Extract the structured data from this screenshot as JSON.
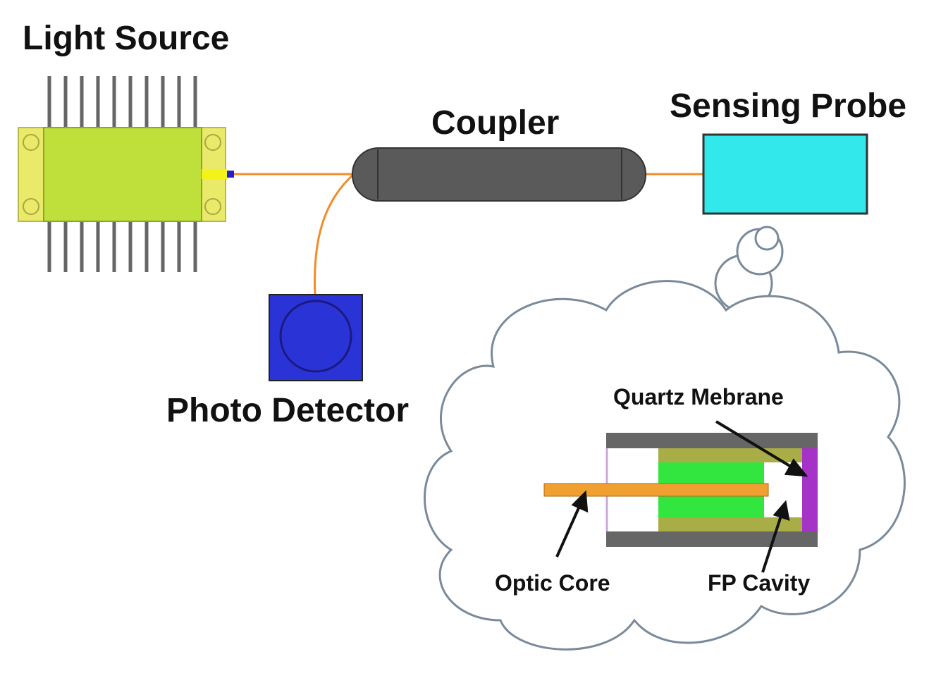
{
  "labels": {
    "light_source": "Light Source",
    "coupler": "Coupler",
    "sensing_probe": "Sensing Probe",
    "photo_detector": "Photo Detector",
    "quartz_membrane": "Quartz Mebrane",
    "optic_core": "Optic Core",
    "fp_cavity": "FP Cavity"
  },
  "colors": {
    "light_source_body": "#bfe03a",
    "light_source_flange": "#e9e96a",
    "fiber": "#f28c28",
    "coupler": "#5a5a5a",
    "sensing_probe": "#33e8ea",
    "photo_detector": "#2a33d6",
    "membrane": "#a633c8",
    "optic_core": "#f0a030",
    "green_fill": "#33e63f",
    "olive_layer": "#a9ad45",
    "housing": "#666666",
    "cloud_outline": "#7a8a99"
  }
}
